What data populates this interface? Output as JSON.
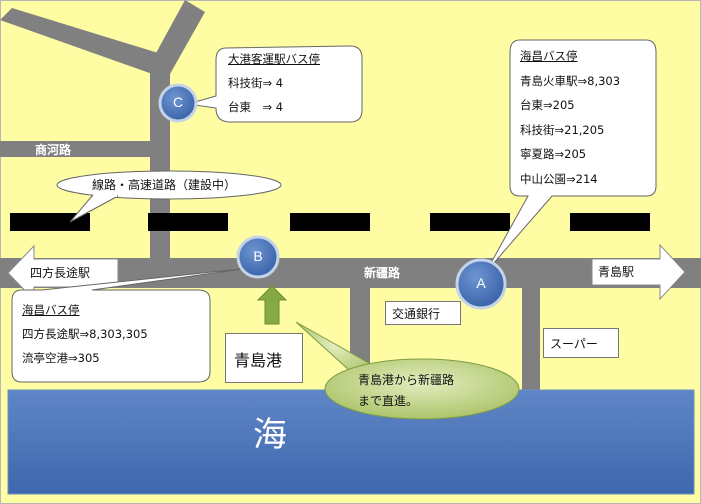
{
  "markers": {
    "a": "A",
    "b": "B",
    "c": "C"
  },
  "roads": {
    "shoukaro": "商河路",
    "shinkyoro": "新疆路"
  },
  "labels": {
    "left_station": "四方長途駅",
    "right_station": "青島駅",
    "construction": "線路・高速道路（建設中）",
    "bank": "交通銀行",
    "supermarket": "スーパー",
    "port": "青島港",
    "green_note": [
      "青島港から新疆路",
      "まで直進。"
    ],
    "sea": "海"
  },
  "bus_stops": {
    "c": {
      "title": "大港客運駅バス停",
      "lines": [
        "科技街⇒ 4",
        "台東　⇒ 4"
      ]
    },
    "a": {
      "title": "海昌バス停",
      "lines": [
        "青島火車駅⇒8,303",
        "台東⇒205",
        "科技街⇒21,205",
        "寧夏路⇒205",
        "中山公園⇒214"
      ]
    },
    "b": {
      "title": "海昌バス停",
      "lines": [
        "四方長途駅⇒8,303,305",
        "流亭空港⇒305"
      ]
    }
  },
  "colors": {
    "background": "#FEFDA3",
    "road": "#808080",
    "sea": "#4A72B8",
    "marker": "#4A72B8",
    "green_callout": "#BFD17E"
  }
}
